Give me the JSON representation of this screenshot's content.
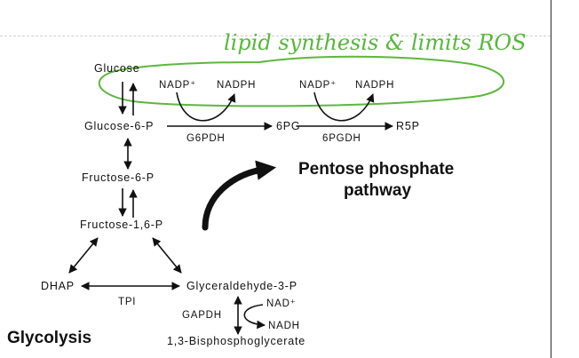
{
  "annotation": {
    "text": "lipid synthesis & limits ROS",
    "color": "#5cb83c"
  },
  "metabolites": {
    "glucose": "Glucose",
    "glucose_6_p": "Glucose-6-P",
    "fructose_6_p": "Fructose-6-P",
    "fructose_16_p": "Fructose-1,6-P",
    "dhap": "DHAP",
    "glyceraldehyde_3_p": "Glyceraldehyde-3-P",
    "bisphosphoglycerate": "1,3-Bisphosphoglycerate",
    "pg6": "6PG",
    "r5p": "R5P"
  },
  "cofactors": {
    "nadp_1": "NADP⁺",
    "nadph_1": "NADPH",
    "nadp_2": "NADP⁺",
    "nadph_2": "NADPH",
    "nad": "NAD⁺",
    "nadh": "NADH"
  },
  "enzymes": {
    "g6pdh": "G6PDH",
    "pgdh6": "6PGDH",
    "tpi": "TPI",
    "gapdh": "GAPDH"
  },
  "pathways": {
    "pentose_line1": "Pentose phosphate",
    "pentose_line2": "pathway",
    "glycolysis": "Glycolysis"
  }
}
